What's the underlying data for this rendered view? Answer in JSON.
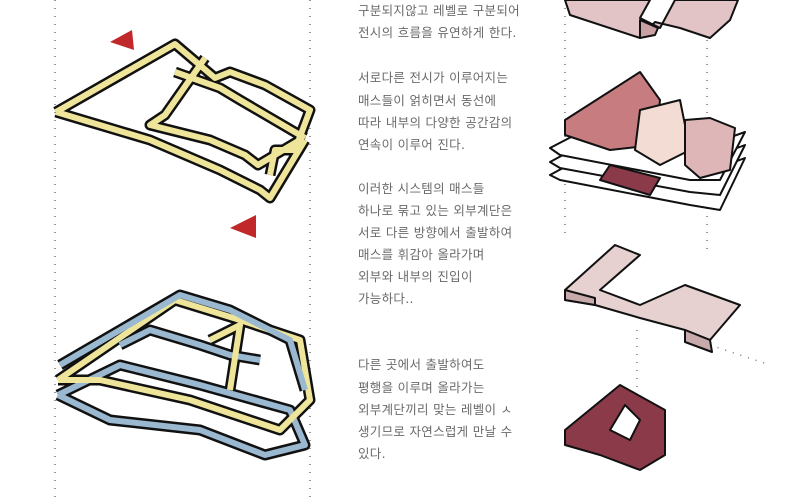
{
  "paragraphs": [
    {
      "lines": [
        "구분되지않고 레벨로 구분되어",
        "전시의 흐름을 유연하게 한다."
      ]
    },
    {
      "lines": [
        "서로다른 전시가 이루어지는",
        "매스들이 얽히면서 동선에",
        "따라 내부의 다양한 공간감의",
        "연속이 이루어 진다."
      ]
    },
    {
      "lines": [
        "이러한 시스템의 매스들",
        "하나로 묶고 있는 외부계단은",
        "서로 다른 방향에서 출발하여",
        "매스를 휘감아 올라가며",
        "외부와 내부의 진입이",
        "가능하다.."
      ]
    },
    {
      "lines": [
        "다른 곳에서 출발하여도",
        "평행을 이루며 올라가는",
        "외부계단끼리 맞는 레벨이 ㅅ",
        "생기므로 자연스럽게 만날 수",
        "있다."
      ]
    }
  ],
  "colors": {
    "stair_yellow": "#efe59a",
    "stair_blue": "#9ab8d0",
    "arrow_red": "#c0282a",
    "mass_dark": "#8a3a48",
    "mass_mid": "#c98a8a",
    "mass_light": "#e8d0d0",
    "text": "#6a6a6a"
  }
}
